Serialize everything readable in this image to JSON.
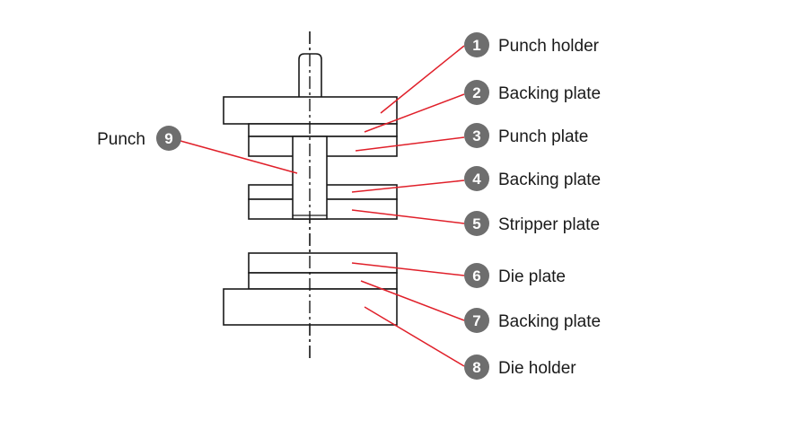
{
  "colors": {
    "leader_line": "#e0202a",
    "badge_fill": "#6e6e6e",
    "outline": "#1a1a1a"
  },
  "callouts": [
    {
      "number": "1",
      "label": "Punch holder"
    },
    {
      "number": "2",
      "label": "Backing plate"
    },
    {
      "number": "3",
      "label": "Punch plate"
    },
    {
      "number": "4",
      "label": "Backing plate"
    },
    {
      "number": "5",
      "label": "Stripper plate"
    },
    {
      "number": "6",
      "label": "Die plate"
    },
    {
      "number": "7",
      "label": "Backing plate"
    },
    {
      "number": "8",
      "label": "Die holder"
    },
    {
      "number": "9",
      "label": "Punch"
    }
  ]
}
